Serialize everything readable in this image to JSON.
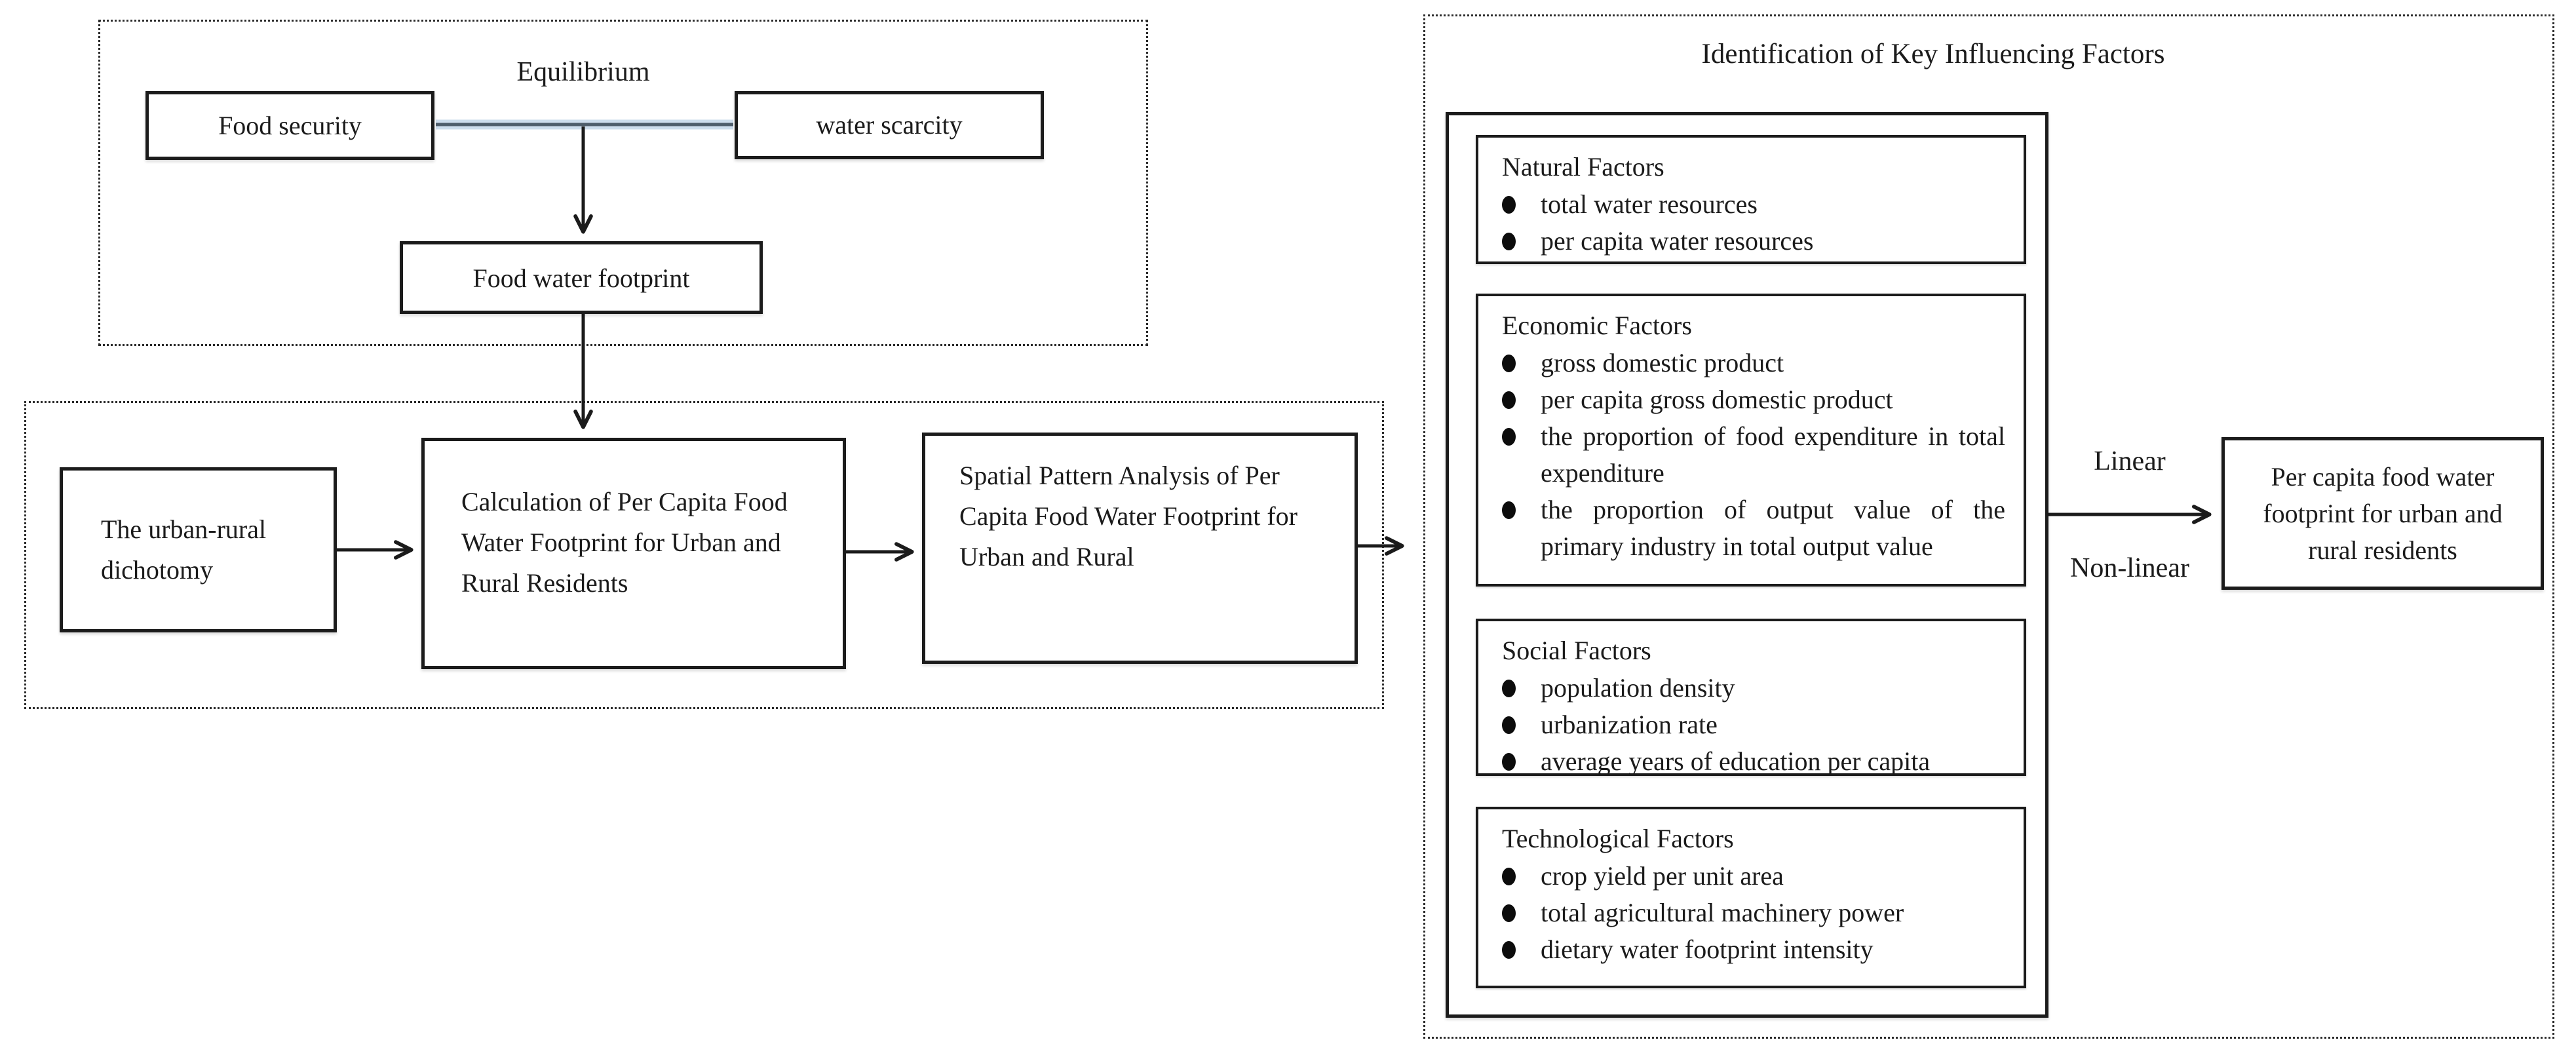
{
  "top_section": {
    "equilibrium_label": "Equilibrium",
    "food_security_label": "Food security",
    "water_scarcity_label": "water scarcity",
    "food_water_footprint_label": "Food water footprint"
  },
  "process_section": {
    "urban_rural_label": "The urban-rural dichotomy",
    "calculation_label": "Calculation of Per Capita Food Water Footprint for Urban and Rural Residents",
    "spatial_label": "Spatial Pattern Analysis of Per Capita Food Water Footprint for Urban and Rural"
  },
  "factors_section": {
    "title": "Identification of Key Influencing Factors",
    "factors": [
      {
        "heading": "Natural Factors",
        "items": [
          "total water resources",
          "per capita water resources"
        ]
      },
      {
        "heading": "Economic Factors",
        "items": [
          "gross domestic product",
          "per capita gross domestic product",
          "the proportion of food expenditure in total expenditure",
          "the proportion of output value of the primary industry in total output value"
        ]
      },
      {
        "heading": "Social Factors",
        "items": [
          "population density",
          "urbanization rate",
          "average years of education per capita"
        ]
      },
      {
        "heading": "Technological Factors",
        "items": [
          "crop yield per unit area",
          "total agricultural machinery power",
          "dietary water footprint intensity"
        ]
      }
    ],
    "linear_label": "Linear",
    "nonlinear_label": "Non-linear",
    "outcome_label": "Per capita food water footprint for urban and rural residents"
  },
  "colors": {
    "line": "#1b1b1b",
    "border": "#1b1b1b",
    "text": "#1b1b1b",
    "equilibrium_link_core": "#4e5d6b",
    "equilibrium_link_halo": "#cddded",
    "background": "#ffffff"
  }
}
